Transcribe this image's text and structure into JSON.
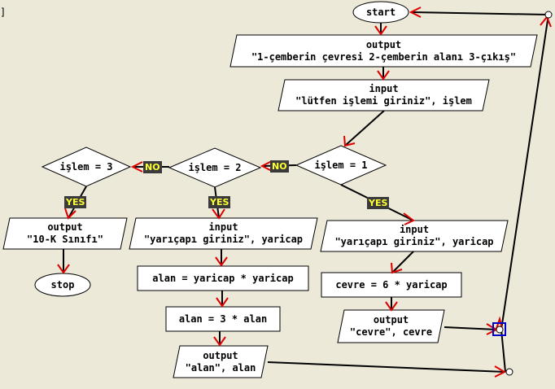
{
  "flowchart": {
    "start": "start",
    "output_menu": {
      "kind": "output",
      "text": "\"1-çemberin çevresi 2-çemberin alanı 3-çıkış\""
    },
    "input_islem": {
      "kind": "input",
      "text": "\"lütfen işlemi giriniz\", işlem"
    },
    "decision_1": "işlem = 1",
    "decision_2": "işlem = 2",
    "decision_3": "işlem = 3",
    "input_r_1": {
      "kind": "input",
      "text": "\"yarıçapı giriniz\", yaricap"
    },
    "input_r_2": {
      "kind": "input",
      "text": "\"yarıçapı giriniz\", yaricap"
    },
    "assign_cevre": "cevre = 6 * yaricap",
    "output_cevre": {
      "kind": "output",
      "text": "\"cevre\", cevre"
    },
    "assign_alan1": "alan = yaricap * yaricap",
    "assign_alan2": "alan = 3 * alan",
    "output_alan": {
      "kind": "output",
      "text": "\"alan\", alan"
    },
    "output_10k": {
      "kind": "output",
      "text": "\"10-K Sınıfı\""
    },
    "stop": "stop",
    "labels": {
      "yes": "YES",
      "no": "NO"
    }
  },
  "colors": {
    "background": "#ece9d8",
    "shape_fill": "#ffffff",
    "arrow": "#dd0000",
    "tag_bg": "#3a3a3a",
    "tag_text": "#ffff33",
    "selection": "#0000cc"
  }
}
